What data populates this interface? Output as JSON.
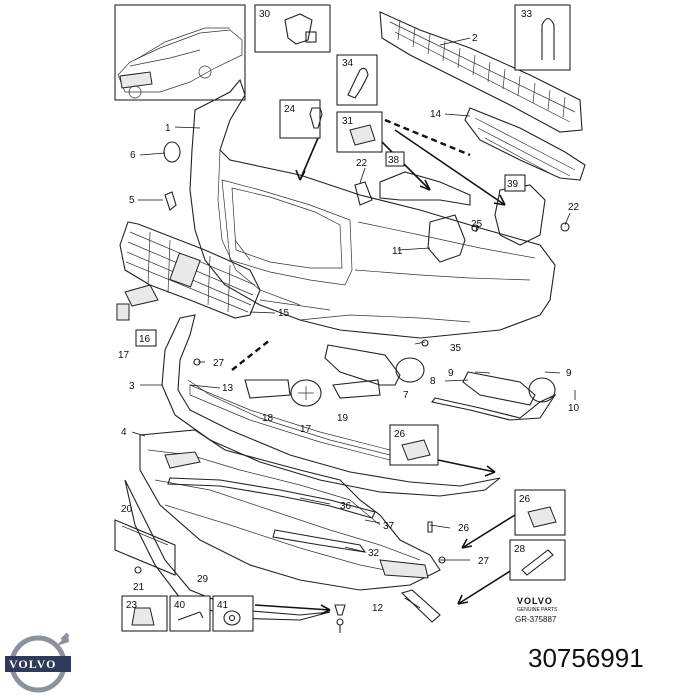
{
  "callouts": [
    {
      "id": "c1",
      "text": "1"
    },
    {
      "id": "c2",
      "text": "2"
    },
    {
      "id": "c3",
      "text": "3"
    },
    {
      "id": "c4",
      "text": "4"
    },
    {
      "id": "c5",
      "text": "5"
    },
    {
      "id": "c6",
      "text": "6"
    },
    {
      "id": "c7",
      "text": "7"
    },
    {
      "id": "c8",
      "text": "8"
    },
    {
      "id": "c9a",
      "text": "9"
    },
    {
      "id": "c9b",
      "text": "9"
    },
    {
      "id": "c10",
      "text": "10"
    },
    {
      "id": "c11",
      "text": "11"
    },
    {
      "id": "c12",
      "text": "12"
    },
    {
      "id": "c13",
      "text": "13"
    },
    {
      "id": "c14",
      "text": "14"
    },
    {
      "id": "c15",
      "text": "15"
    },
    {
      "id": "c17a",
      "text": "17"
    },
    {
      "id": "c17b",
      "text": "17"
    },
    {
      "id": "c18",
      "text": "18"
    },
    {
      "id": "c19",
      "text": "19"
    },
    {
      "id": "c20",
      "text": "20"
    },
    {
      "id": "c21",
      "text": "21"
    },
    {
      "id": "c22a",
      "text": "22"
    },
    {
      "id": "c22b",
      "text": "22"
    },
    {
      "id": "c25",
      "text": "25"
    },
    {
      "id": "c26",
      "text": "26"
    },
    {
      "id": "c27a",
      "text": "27"
    },
    {
      "id": "c27b",
      "text": "27"
    },
    {
      "id": "c29",
      "text": "29"
    },
    {
      "id": "c32",
      "text": "32"
    },
    {
      "id": "c35",
      "text": "35"
    },
    {
      "id": "c36",
      "text": "36"
    },
    {
      "id": "c37",
      "text": "37"
    }
  ],
  "boxes": [
    {
      "id": "b30",
      "text": "30"
    },
    {
      "id": "b33",
      "text": "33"
    },
    {
      "id": "b34",
      "text": "34"
    },
    {
      "id": "b24",
      "text": "24"
    },
    {
      "id": "b31",
      "text": "31"
    },
    {
      "id": "b38",
      "text": "38"
    },
    {
      "id": "b39",
      "text": "39"
    },
    {
      "id": "b16",
      "text": "16"
    },
    {
      "id": "b26a",
      "text": "26"
    },
    {
      "id": "b26b",
      "text": "26"
    },
    {
      "id": "b28",
      "text": "28"
    },
    {
      "id": "b23",
      "text": "23"
    },
    {
      "id": "b40",
      "text": "40"
    },
    {
      "id": "b41",
      "text": "41"
    }
  ],
  "brand": {
    "name": "VOLVO",
    "subtitle": "GENUINE PARTS",
    "ref": "GR-375887"
  },
  "logo_text": "VOLVO",
  "part_number": "30756991"
}
